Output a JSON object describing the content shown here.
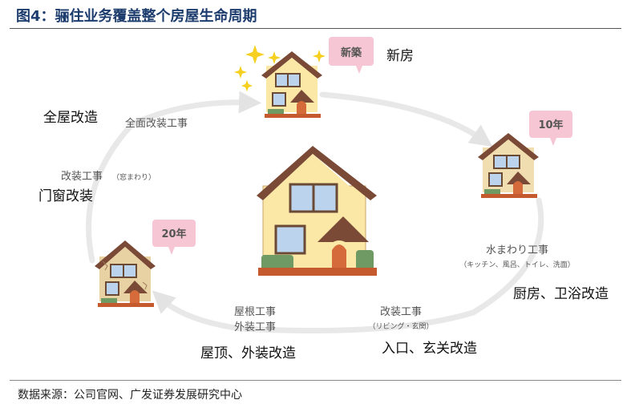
{
  "figure": {
    "title": "图4：骊住业务覆盖整个房屋生命周期",
    "source": "数据来源：公司官网、广发证券发展研究中心"
  },
  "badges": {
    "new": "新築",
    "ten": "10年",
    "twenty": "20年"
  },
  "stages": {
    "new_house": "新房",
    "kitchen_bath": "厨房、卫浴改造",
    "entrance": "入口、玄关改造",
    "roof_exterior": "屋顶、外装改造",
    "window_door": "门窗改装",
    "whole_house": "全屋改造"
  },
  "japanese_labels": {
    "water_line1": "水まわり工事",
    "water_line2": "（キッチン、風呂、トイレ、洗面）",
    "renovation_living_line1": "改装工事",
    "renovation_living_line2": "（リビング・玄関）",
    "roof_line1": "屋根工事",
    "roof_line2": "外装工事",
    "window_line1": "改装工事",
    "window_line2": "（窓まわり）",
    "full_renovation": "全面改装工事"
  },
  "colors": {
    "title_blue": "#1d3c6e",
    "badge_pink": "#f6c6d4",
    "roof_brown": "#7a4a36",
    "wall_yellow": "#fbe7a6",
    "wall_old": "#e8d2a4",
    "cycle_line": "#e6e6e6",
    "sparkle": "#f5d020"
  }
}
